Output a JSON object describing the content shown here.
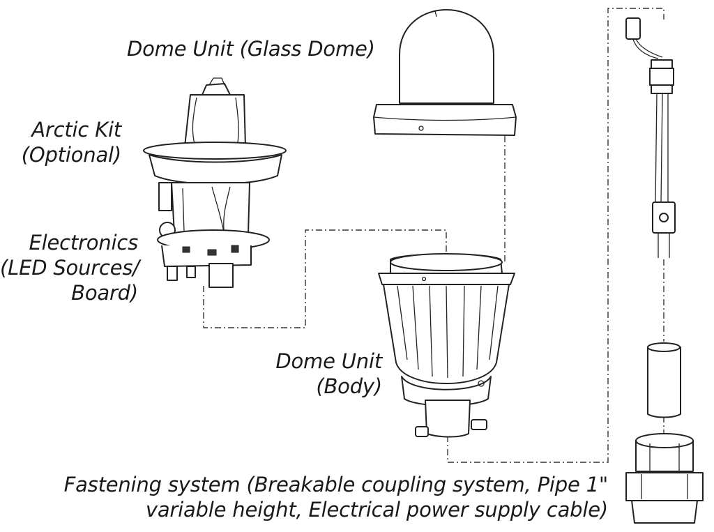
{
  "labels": {
    "dome_glass": "Dome Unit (Glass Dome)",
    "arctic_kit": [
      "Arctic Kit",
      "(Optional)"
    ],
    "electronics": [
      "Electronics",
      "(LED Sources/",
      "Board)"
    ],
    "dome_body": [
      "Dome Unit",
      "(Body)"
    ],
    "fastening": [
      "Fastening system (Breakable coupling system, Pipe 1\"",
      "variable height, Electrical power supply cable)"
    ]
  },
  "colors": {
    "line": "#222222",
    "background": "#ffffff"
  }
}
